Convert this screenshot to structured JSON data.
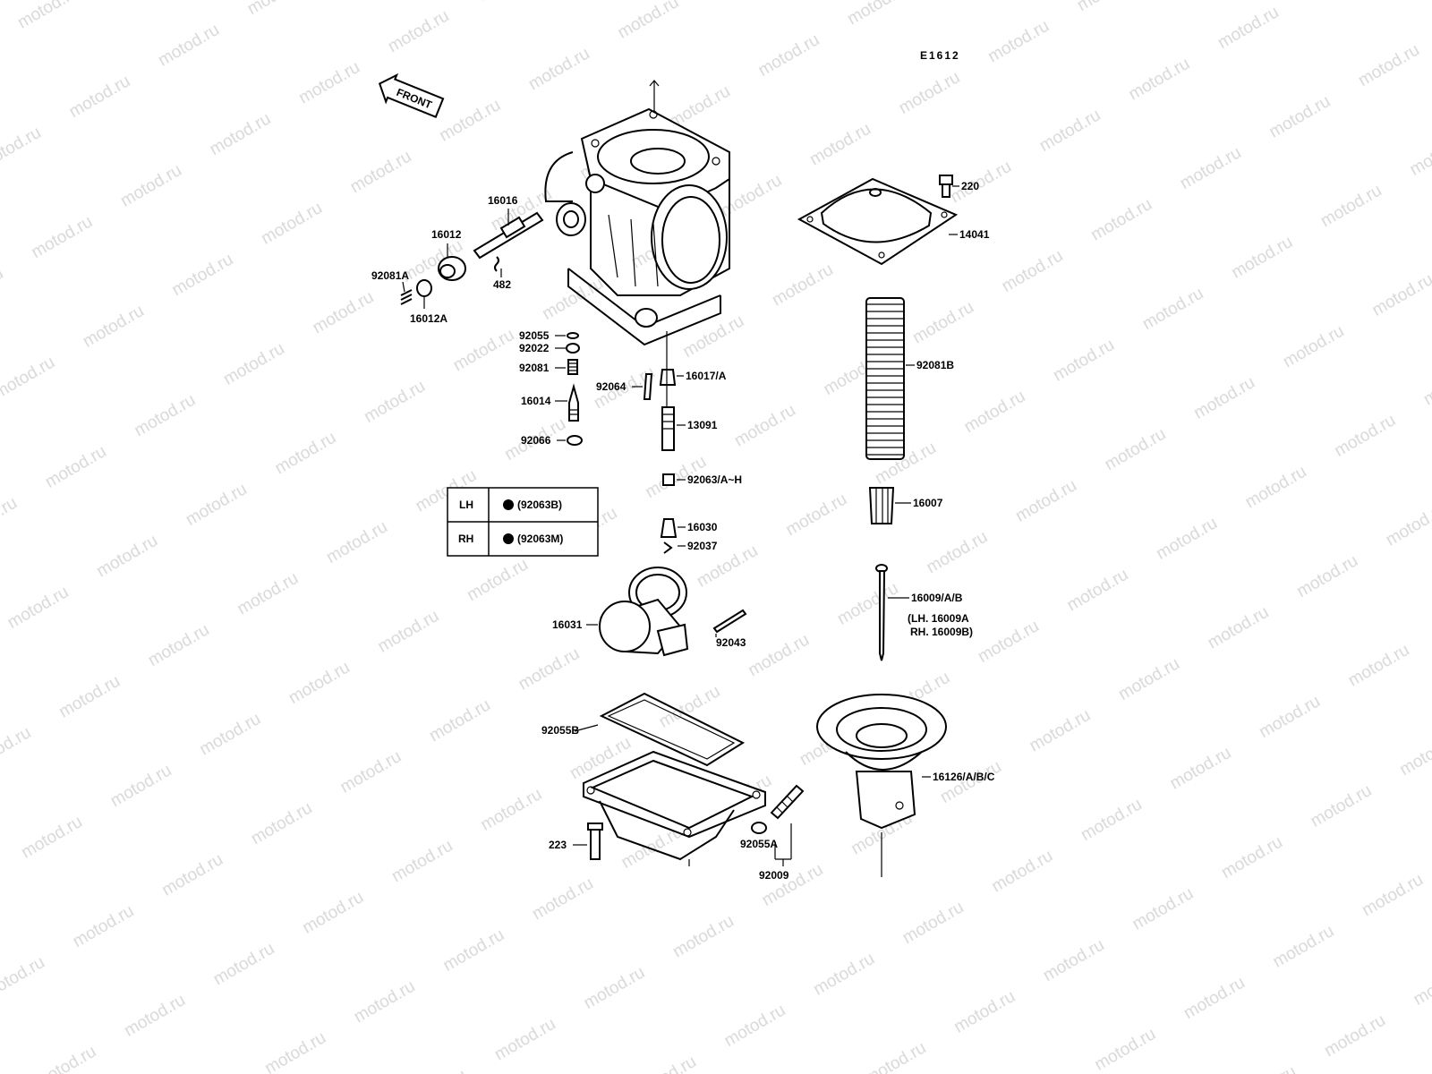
{
  "diagram": {
    "code": "E1612",
    "front_label": "FRONT",
    "watermark": "motod.ru",
    "labels": {
      "p220": "220",
      "p14041": "14041",
      "p16016": "16016",
      "p16012": "16012",
      "p92081A": "92081A",
      "p482": "482",
      "p16012A": "16012A",
      "p92055": "92055",
      "p92022": "92022",
      "p92081": "92081",
      "p92064": "92064",
      "p16017A": "16017/A",
      "p92081B": "92081B",
      "p16014": "16014",
      "p13091": "13091",
      "p92066": "92066",
      "p92063AH": "92063/A~H",
      "p16007": "16007",
      "p16030": "16030",
      "p92037": "92037",
      "p16009AB": "16009/A/B",
      "p16009A_note": "(LH. 16009A",
      "p16009B_note": "RH. 16009B)",
      "p16031": "16031",
      "p92043": "92043",
      "p92055B": "92055B",
      "p16126ABC": "16126/A/B/C",
      "p223": "223",
      "p92055A": "92055A",
      "p92009": "92009"
    },
    "side_table": [
      {
        "side": "LH",
        "part": "(92063B)"
      },
      {
        "side": "RH",
        "part": "(92063M)"
      }
    ]
  }
}
